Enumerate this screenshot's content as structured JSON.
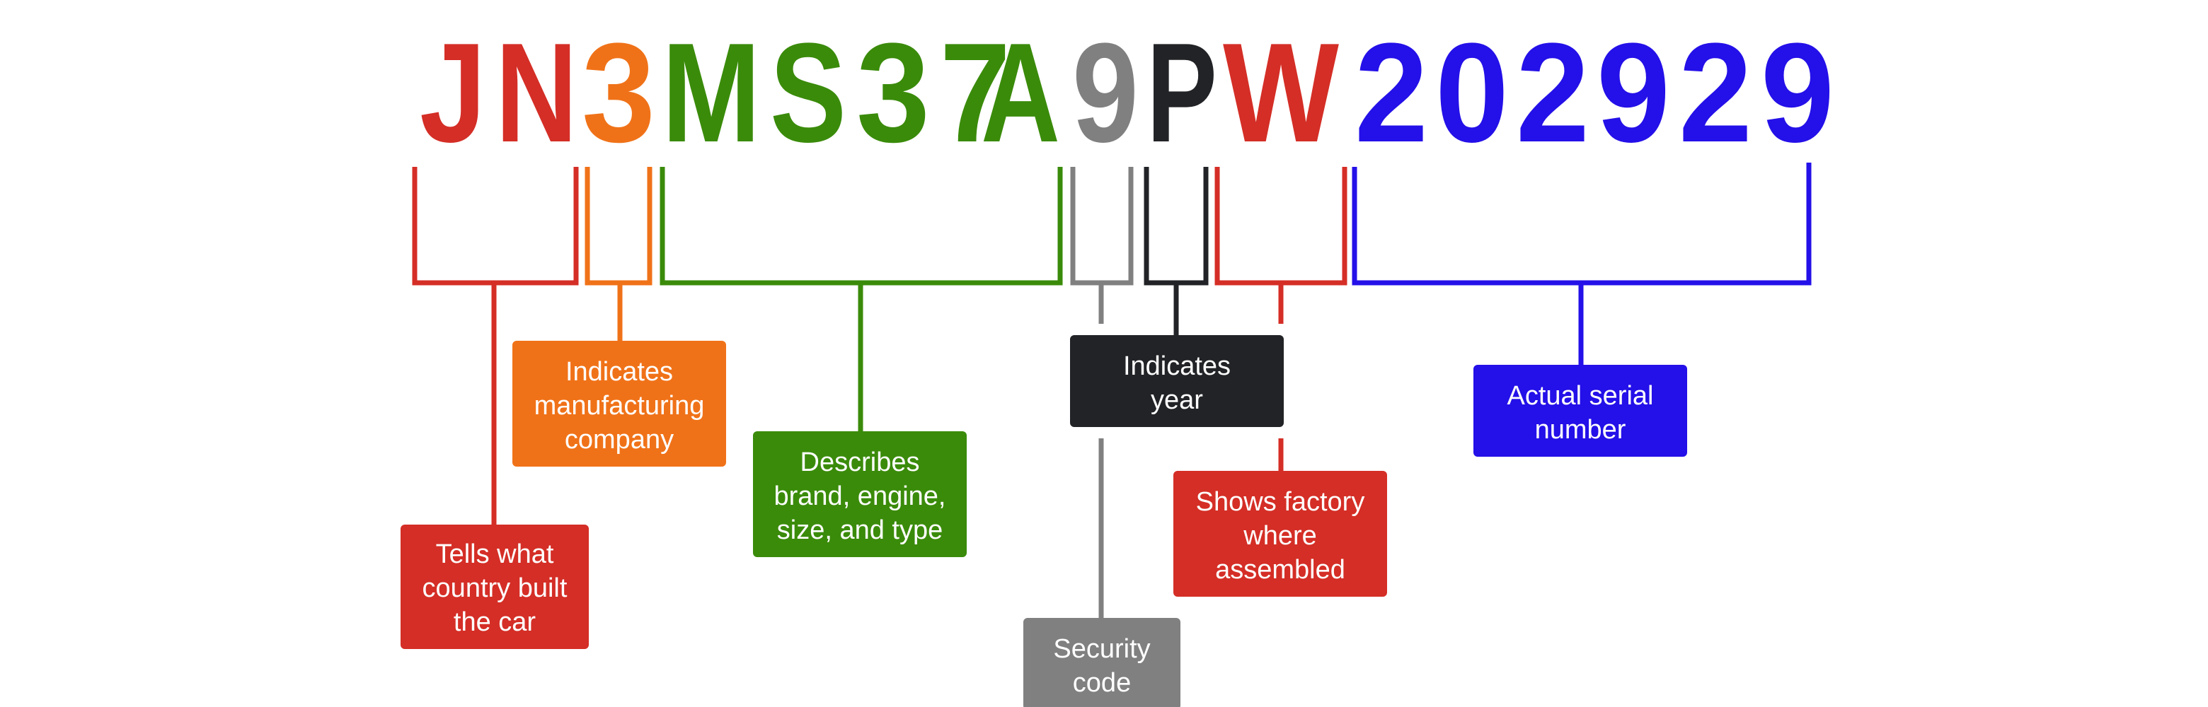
{
  "colors": {
    "country": "#d42e26",
    "manufacturer": "#f07218",
    "attributes": "#3a8b0a",
    "security": "#808080",
    "year": "#222326",
    "factory": "#d42e26",
    "serial": "#2410e8"
  },
  "vin": [
    {
      "char": "J",
      "segment": "country"
    },
    {
      "char": "N",
      "segment": "country"
    },
    {
      "char": "3",
      "segment": "manufacturer"
    },
    {
      "char": "M",
      "segment": "attributes"
    },
    {
      "char": "S",
      "segment": "attributes"
    },
    {
      "char": "3",
      "segment": "attributes"
    },
    {
      "char": "7",
      "segment": "attributes"
    },
    {
      "char": "A",
      "segment": "attributes"
    },
    {
      "char": "9",
      "segment": "security"
    },
    {
      "char": "P",
      "segment": "year"
    },
    {
      "char": "W",
      "segment": "factory"
    },
    {
      "char": "2",
      "segment": "serial"
    },
    {
      "char": "0",
      "segment": "serial"
    },
    {
      "char": "2",
      "segment": "serial"
    },
    {
      "char": "9",
      "segment": "serial"
    },
    {
      "char": "2",
      "segment": "serial"
    },
    {
      "char": "9",
      "segment": "serial"
    }
  ],
  "labels": {
    "country": [
      "Tells what",
      "country built",
      "the car"
    ],
    "manufacturer": [
      "Indicates",
      "manufacturing",
      "company"
    ],
    "attributes": [
      "Describes",
      "brand, engine,",
      "size, and type"
    ],
    "security": [
      "Security",
      "code"
    ],
    "year": [
      "Indicates",
      "year"
    ],
    "factory": [
      "Shows factory",
      "where",
      "assembled"
    ],
    "serial": [
      "Actual serial",
      "number"
    ]
  }
}
